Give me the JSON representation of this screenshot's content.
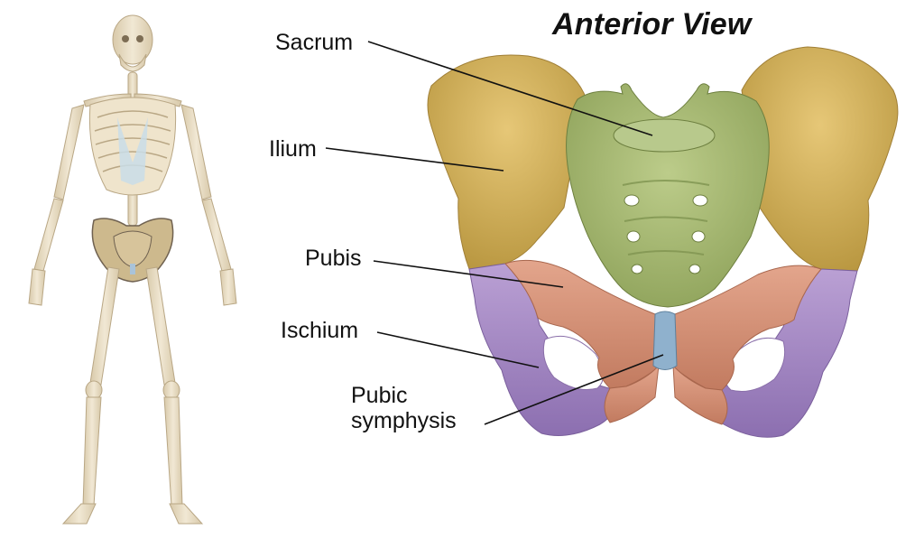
{
  "title": "Anterior View",
  "labels": {
    "sacrum": "Sacrum",
    "ilium": "Ilium",
    "pubis": "Pubis",
    "ischium": "Ischium",
    "pubic_symphysis_line1": "Pubic",
    "pubic_symphysis_line2": "symphysis"
  },
  "colors": {
    "ilium": "#d8b765",
    "sacrum": "#a9bb78",
    "pubis": "#d9977e",
    "ischium": "#a98cc4",
    "pubic_symphysis": "#8fb1cd",
    "bone": "#eadfc7",
    "leader_line": "#111111"
  }
}
